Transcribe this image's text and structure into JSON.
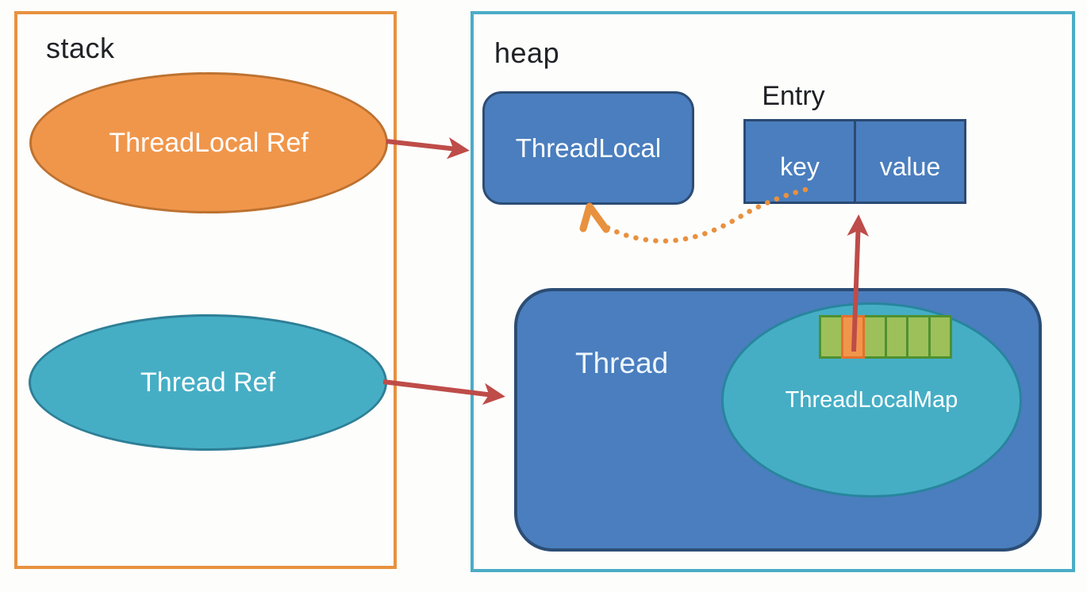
{
  "diagram": {
    "stack": {
      "label": "stack",
      "threadlocal_ref_label": "ThreadLocal Ref",
      "thread_ref_label": "Thread Ref"
    },
    "heap": {
      "label": "heap",
      "threadlocal_label": "ThreadLocal",
      "entry": {
        "label": "Entry",
        "key_label": "key",
        "value_label": "value"
      },
      "thread": {
        "label": "Thread",
        "map_label": "ThreadLocalMap",
        "map_slots": [
          "green",
          "orange",
          "green",
          "green",
          "green",
          "green"
        ]
      }
    }
  },
  "colors": {
    "stack_border": "#e8913f",
    "heap_border": "#4bacc6",
    "blue_fill": "#4a7ebe",
    "blue_border": "#2c4d75",
    "teal_fill": "#45aec5",
    "teal_border": "#2e7f96",
    "orange_fill": "#f0964b",
    "orange_border": "#bd7230",
    "green_slot_fill": "#9dc05a",
    "green_slot_border": "#4f9130",
    "highlight_slot_fill": "#f0964b",
    "highlight_slot_border": "#e4702d",
    "arrow_red": "#be4c48",
    "arrow_orange": "#e8913f"
  }
}
